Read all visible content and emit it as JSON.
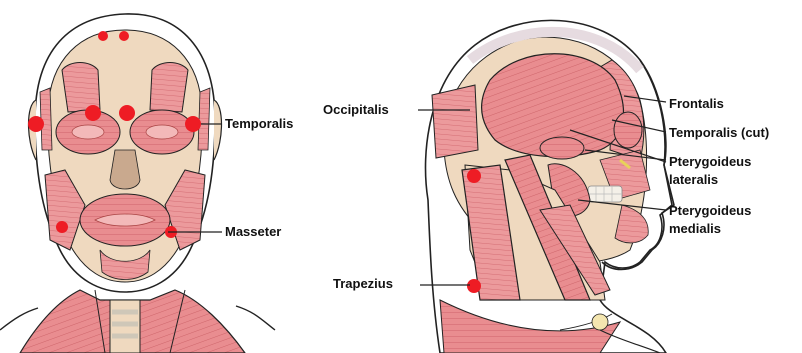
{
  "labels": {
    "temporalis": "Temporalis",
    "masseter": "Masseter",
    "occipitalis": "Occipitalis",
    "trapezius": "Trapezius",
    "frontalis": "Frontalis",
    "temporalis_cut": "Temporalis (cut)",
    "pterygoideus_lateralis_1": "Pterygoideus",
    "pterygoideus_lateralis_2": "lateralis",
    "pterygoideus_medialis_1": "Pterygoideus",
    "pterygoideus_medialis_2": "medialis"
  },
  "colors": {
    "skin": "#efd9bf",
    "muscle": "#e98d90",
    "muscle_light": "#f3b9b9",
    "muscle_line": "#c85a62",
    "trigger_point": "#ee1c24",
    "outline": "#222222",
    "bone": "#f4f0e8"
  }
}
